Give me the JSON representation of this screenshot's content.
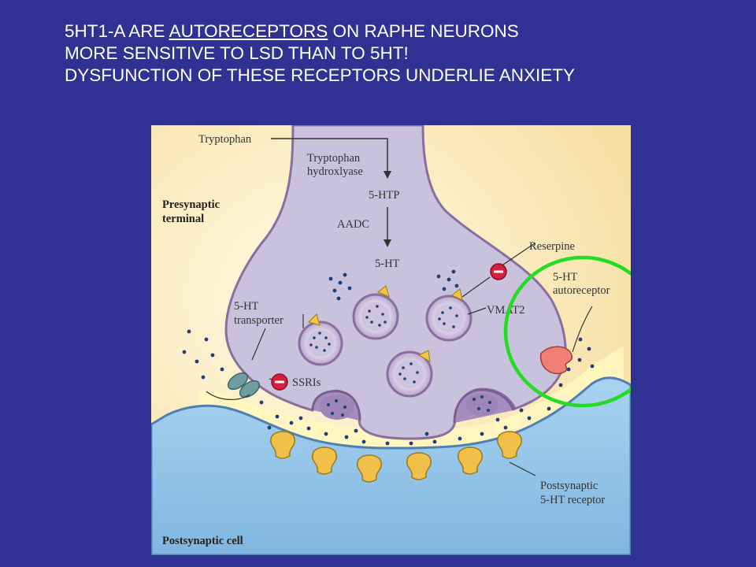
{
  "headline": {
    "line1_pre": "5HT1-A ARE ",
    "line1_underlined": "AUTORECEPTORS",
    "line1_post": " ON RAPHE NEURONS",
    "line2": "MORE SENSITIVE TO LSD THAN TO 5HT!",
    "line3": "DYSFUNCTION OF THESE RECEPTORS UNDERLIE ANXIETY"
  },
  "diagram": {
    "labels": {
      "tryptophan": "Tryptophan",
      "hydroxylase_1": "Tryptophan",
      "hydroxylase_2": "hydroxlyase",
      "htp": "5-HTP",
      "aadc": "AADC",
      "ht": "5-HT",
      "presynaptic_1": "Presynaptic",
      "presynaptic_2": "terminal",
      "reserpine": "Reserpine",
      "autoreceptor_1": "5-HT",
      "autoreceptor_2": "autoreceptor",
      "vmat2": "VMAT2",
      "transporter_1": "5-HT",
      "transporter_2": "transporter",
      "ssris": "SSRIs",
      "postsynaptic_receptor_1": "Postsynaptic",
      "postsynaptic_receptor_2": "5-HT receptor",
      "postsynaptic_cell": "Postsynaptic cell"
    },
    "colors": {
      "highlight_circle": "#22dd22",
      "inhibitor": "#d81f3c",
      "terminal": "#c9c2dd",
      "postsynaptic": "#8fc3e8",
      "cleft": "#fff3b8",
      "background": "#fdf0c8"
    }
  }
}
